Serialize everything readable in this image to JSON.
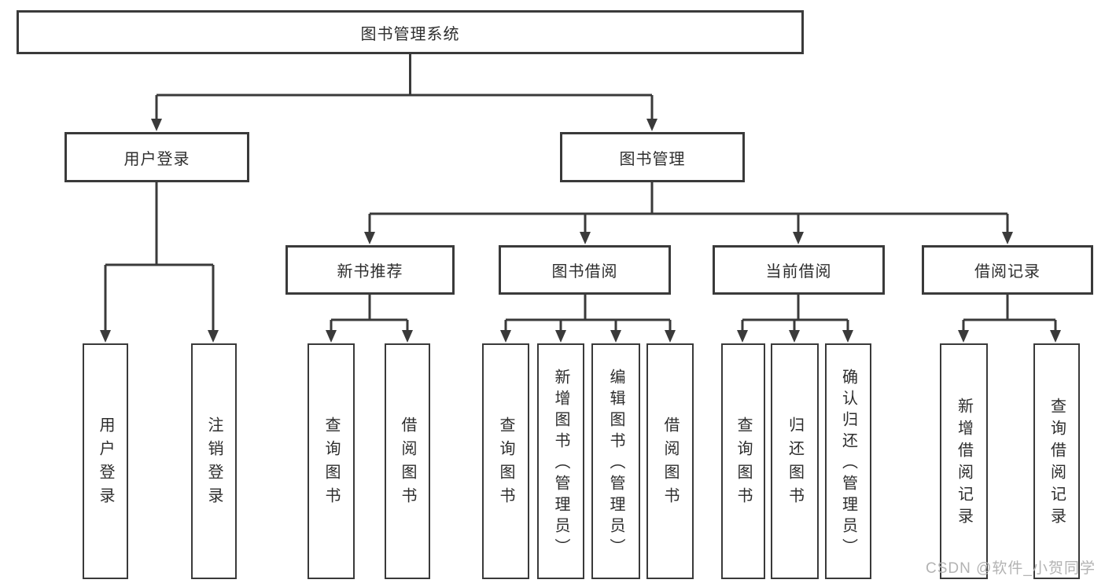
{
  "nodes": {
    "root": {
      "label": "图书管理系统"
    },
    "user_login": {
      "label": "用户登录"
    },
    "book_mgmt": {
      "label": "图书管理"
    },
    "new_book_rec": {
      "label": "新书推荐"
    },
    "book_borrow": {
      "label": "图书借阅"
    },
    "current_borrow": {
      "label": "当前借阅"
    },
    "borrow_record": {
      "label": "借阅记录"
    },
    "leaves": {
      "user_login": {
        "label": "用户登录"
      },
      "logout": {
        "label": "注销登录"
      },
      "nb_query": {
        "label": "查询图书"
      },
      "nb_borrow": {
        "label": "借阅图书"
      },
      "bb_query": {
        "label": "查询图书"
      },
      "bb_add": {
        "label": "新增图书（管理员）"
      },
      "bb_edit": {
        "label": "编辑图书（管理员）"
      },
      "bb_borrow": {
        "label": "借阅图书"
      },
      "cb_query": {
        "label": "查询图书"
      },
      "cb_return": {
        "label": "归还图书"
      },
      "cb_confirm": {
        "label": "确认归还（管理员）"
      },
      "br_add": {
        "label": "新增借阅记录"
      },
      "br_query": {
        "label": "查询借阅记录"
      }
    }
  },
  "structure": {
    "图书管理系统": {
      "用户登录": [
        "用户登录",
        "注销登录"
      ],
      "图书管理": {
        "新书推荐": [
          "查询图书",
          "借阅图书"
        ],
        "图书借阅": [
          "查询图书",
          "新增图书（管理员）",
          "编辑图书（管理员）",
          "借阅图书"
        ],
        "当前借阅": [
          "查询图书",
          "归还图书",
          "确认归还（管理员）"
        ],
        "借阅记录": [
          "新增借阅记录",
          "查询借阅记录"
        ]
      }
    }
  },
  "watermark": {
    "text": "CSDN @软件_小贺同学"
  },
  "colors": {
    "line": "#3a3a3a",
    "box_border": "#3a3a3a",
    "text": "#2d2d2d",
    "watermark_text": "#b3b3b3",
    "background": "#ffffff"
  }
}
